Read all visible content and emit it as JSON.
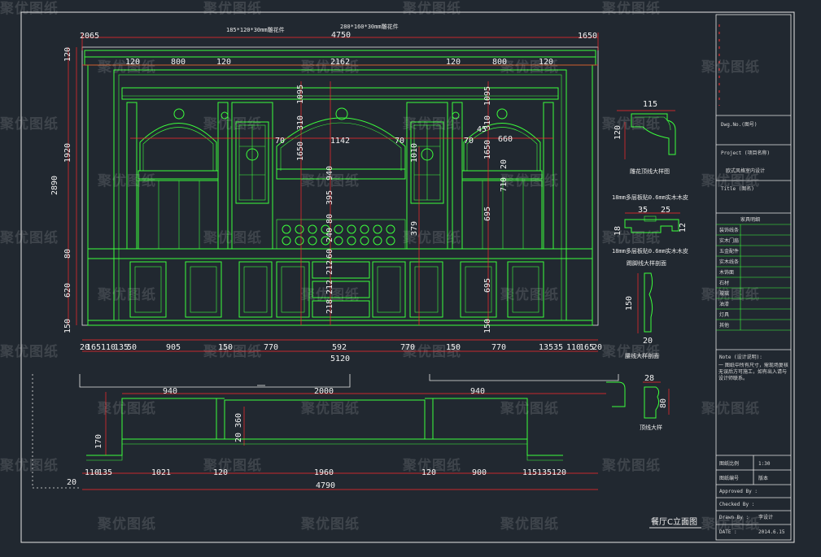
{
  "drawing_title": "餐厅C立面图",
  "top_dims": {
    "overall": "4750",
    "left_edge": "2065",
    "right_edge": "1650",
    "segs": [
      "120",
      "800",
      "120",
      "2162",
      "120",
      "800",
      "120"
    ],
    "note_left": "185*120*30mm雕花件",
    "note_right": "280*160*30mm雕花件"
  },
  "left_dims": {
    "overall": "2890",
    "segs": [
      "120",
      "1920",
      "80",
      "620",
      "150"
    ]
  },
  "inner_dims": {
    "arch_w": "1142",
    "a70l": "70",
    "a70r": "70",
    "v1": "1095",
    "v2": "310",
    "v3": "1650",
    "v4": "940",
    "v5": "395",
    "v6": "80",
    "v7": "240",
    "v8": "60",
    "d1": "212",
    "d2": "212",
    "d3": "218",
    "v9": "379",
    "r1": "1095",
    "r2": "310",
    "r3": "1650",
    "r4": "20",
    "r5": "710",
    "r6": "695",
    "r7": "695",
    "r8": "150",
    "c45": "45",
    "c70": "70",
    "c660": "660",
    "l1010": "1010"
  },
  "bottom_dims": {
    "segs": [
      "20",
      "165",
      "110",
      "135",
      "50",
      "905",
      "150",
      "770",
      "592",
      "770",
      "150",
      "770",
      "135",
      "35",
      "110",
      "165",
      "20"
    ],
    "overall": "5120"
  },
  "plan": {
    "dims_top": [
      "940",
      "2000",
      "940"
    ],
    "dims_bottom": [
      "110",
      "135",
      "1021",
      "120",
      "1960",
      "120",
      "900",
      "115",
      "135",
      "120"
    ],
    "overall": "4790",
    "left_20": "20",
    "v_170": "170",
    "v_360": "360",
    "v_20": "20"
  },
  "details": [
    {
      "w": "115",
      "h": "120",
      "caption": "雕花顶线大样图"
    },
    {
      "top_note": "18mm多层板贴0.6mm实木木皮",
      "w1": "35",
      "w2": "25",
      "h": "18",
      "side": "12",
      "bottom_note": "18mm多层板贴0.6mm实木木皮",
      "caption": "踢脚线大样剖面"
    },
    {
      "h": "150",
      "w": "20",
      "caption": "腰线大样剖面"
    },
    {
      "w": "28",
      "h": "80",
      "caption": "顶线大样"
    }
  ],
  "title_block": {
    "rows": [
      "Dwg.No.(图号)",
      "Project (项目名称)",
      "欧式风格室内设计",
      "Title (图名)",
      "家具明细"
    ],
    "items": [
      "装饰线条",
      "实木门扇",
      "五金配件",
      "实木线条",
      "木饰面",
      "石材",
      "玻璃",
      "油漆",
      "灯具",
      "其他"
    ],
    "note_label": "Note (设计说明):",
    "note_text": "一 图纸中所有尺寸，需现场复核无误后方可施工，如有出入请与设计师联系。",
    "sign_rows": [
      "图纸比例",
      "图纸编号",
      "Approved By :",
      "Checked By :",
      "Drawn By :",
      "DATE :"
    ],
    "sign_vals": [
      "1:30",
      "版本",
      "",
      "",
      "李设计",
      "2014.6.15"
    ]
  },
  "watermark": "聚优图纸"
}
